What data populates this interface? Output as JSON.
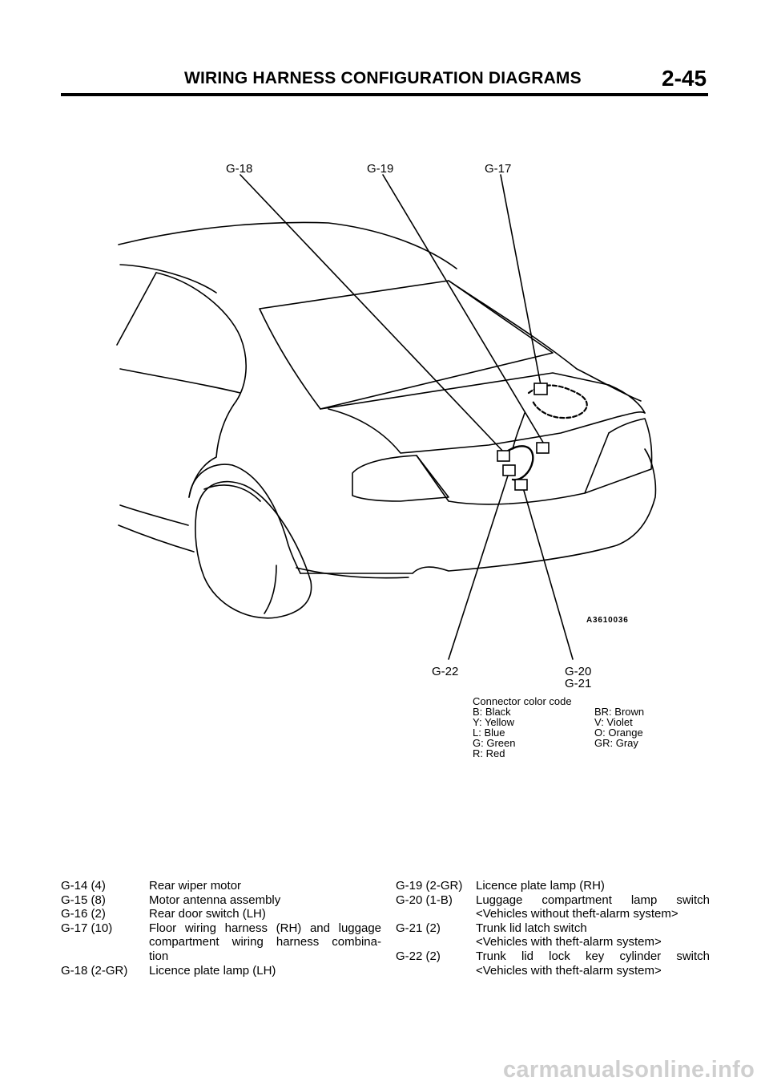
{
  "header": {
    "title": "WIRING HARNESS CONFIGURATION DIAGRAMS",
    "page_number": "2-45"
  },
  "diagram": {
    "callouts_top": [
      "G-18",
      "G-19",
      "G-17"
    ],
    "callouts_bottom": [
      "G-22",
      "G-20",
      "G-21"
    ],
    "figure_id": "A3610036"
  },
  "legend": {
    "title": "Connector color code",
    "entries": [
      "B: Black",
      "BR: Brown",
      "Y: Yellow",
      "V: Violet",
      "L: Blue",
      "O: Orange",
      "G: Green",
      "GR: Gray",
      "R: Red"
    ]
  },
  "connectors_left": [
    {
      "code": "G-14 (4)",
      "desc": "Rear wiper motor"
    },
    {
      "code": "G-15 (8)",
      "desc": "Motor antenna assembly"
    },
    {
      "code": "G-16 (2)",
      "desc": "Rear door switch (LH)"
    },
    {
      "code": "G-17 (10)",
      "desc_lines": [
        "Floor wiring harness (RH) and luggage",
        "compartment wiring harness combina-",
        "tion"
      ]
    },
    {
      "code": "G-18 (2-GR)",
      "desc": "Licence plate lamp (LH)"
    }
  ],
  "connectors_right": [
    {
      "code": "G-19 (2-GR)",
      "desc": "Licence plate lamp (RH)"
    },
    {
      "code": "G-20 (1-B)",
      "desc_lines": [
        "Luggage compartment lamp switch",
        "<Vehicles without theft-alarm system>"
      ]
    },
    {
      "code": "G-21 (2)",
      "desc_lines": [
        "Trunk lid latch switch",
        "<Vehicles with theft-alarm system>"
      ]
    },
    {
      "code": "G-22 (2)",
      "desc_lines": [
        "Trunk lid lock key cylinder switch",
        "<Vehicles with theft-alarm system>"
      ]
    }
  ],
  "watermark": "carmanualsonline.info"
}
